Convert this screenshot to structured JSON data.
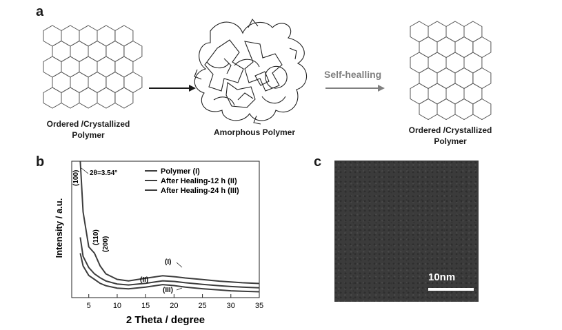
{
  "panel_a": {
    "letter": "a",
    "left_caption": [
      "Ordered /Crystallized",
      "Polymer"
    ],
    "middle_caption": "Amorphous Polymer",
    "right_caption": [
      "Ordered /Crystallized",
      "Polymer"
    ],
    "arrow_label": "Self-healling"
  },
  "panel_b": {
    "letter": "b",
    "peak_labels": [
      "(100)",
      "(110)",
      "(200)"
    ],
    "peak_annotation": "2θ=3.54°",
    "curve_labels": [
      "(I)",
      "(II)",
      "(III)"
    ]
  },
  "panel_c": {
    "letter": "c",
    "scale_label": "10nm"
  },
  "chart_data": {
    "type": "line",
    "xlabel": "2 Theta / degree",
    "ylabel": "Intensity / a.u.",
    "xlim": [
      2,
      35
    ],
    "x_ticks": [
      "5",
      "10",
      "15",
      "20",
      "25",
      "30",
      "35"
    ],
    "legend_position": "top",
    "series": [
      {
        "name": "Polymer (I)",
        "x": [
          3.5,
          4.0,
          5,
          6,
          7,
          8,
          10,
          12,
          15,
          18,
          20,
          22,
          25,
          28,
          30,
          32,
          35
        ],
        "y": [
          100,
          68,
          46,
          42,
          34,
          29,
          25.5,
          24.5,
          26.2,
          27.8,
          27.2,
          26.4,
          25.4,
          24.4,
          23.9,
          23.4,
          22.9
        ]
      },
      {
        "name": "After Healing-12 h (II)",
        "x": [
          3.5,
          4.0,
          5,
          6,
          7,
          8,
          10,
          12,
          15,
          18,
          20,
          22,
          25,
          28,
          30,
          32,
          35
        ],
        "y": [
          52,
          40,
          33,
          29,
          26.5,
          24.5,
          22.6,
          22,
          23,
          24.6,
          24.2,
          23.4,
          22.4,
          21.5,
          21,
          20.6,
          20.2
        ]
      },
      {
        "name": "After Healing-24 h (III)",
        "x": [
          3.5,
          4.0,
          5,
          6,
          7,
          8,
          10,
          12,
          15,
          18,
          20,
          22,
          25,
          28,
          30,
          32,
          35
        ],
        "y": [
          42,
          34,
          28,
          25.5,
          23,
          21.5,
          20,
          19.5,
          20.6,
          22.2,
          21.6,
          20.6,
          19.6,
          18.8,
          18.3,
          18,
          17.7
        ]
      }
    ],
    "colors": {
      "line": "#3c3c3c",
      "hex_lines": "#555555",
      "micro_bg": "#3b3b3b"
    }
  }
}
